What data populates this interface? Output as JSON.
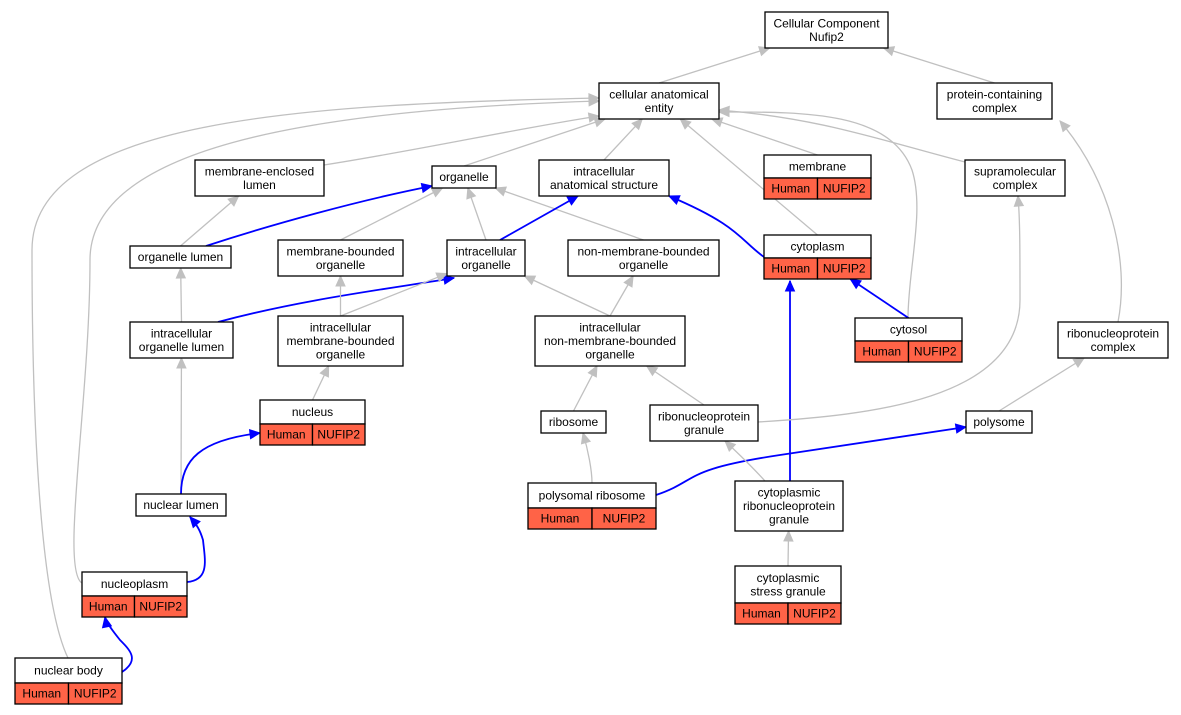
{
  "colors": {
    "annotation_fill": "#ff6347",
    "edge_default": "#c0c0c0",
    "edge_highlight": "#0000ff",
    "node_fill": "#ffffff",
    "border": "#000000"
  },
  "nodes": {
    "root": {
      "lines": [
        "Cellular Component",
        "Nufip2"
      ]
    },
    "cae": {
      "lines": [
        "cellular anatomical",
        "entity"
      ]
    },
    "pcc": {
      "lines": [
        "protein-containing",
        "complex"
      ]
    },
    "mel": {
      "lines": [
        "membrane-enclosed",
        "lumen"
      ]
    },
    "org": {
      "lines": [
        "organelle"
      ]
    },
    "ias": {
      "lines": [
        "intracellular",
        "anatomical structure"
      ]
    },
    "mem": {
      "lines": [
        "membrane"
      ],
      "annotation": [
        "Human",
        "NUFIP2"
      ]
    },
    "smc": {
      "lines": [
        "supramolecular",
        "complex"
      ]
    },
    "orl": {
      "lines": [
        "organelle lumen"
      ]
    },
    "mbo": {
      "lines": [
        "membrane-bounded",
        "organelle"
      ]
    },
    "io": {
      "lines": [
        "intracellular",
        "organelle"
      ]
    },
    "nmbo": {
      "lines": [
        "non-membrane-bounded",
        "organelle"
      ]
    },
    "cyto": {
      "lines": [
        "cytoplasm"
      ],
      "annotation": [
        "Human",
        "NUFIP2"
      ]
    },
    "iol": {
      "lines": [
        "intracellular",
        "organelle lumen"
      ]
    },
    "imbo": {
      "lines": [
        "intracellular",
        "membrane-bounded",
        "organelle"
      ]
    },
    "inmbo": {
      "lines": [
        "intracellular",
        "non-membrane-bounded",
        "organelle"
      ]
    },
    "cytosol": {
      "lines": [
        "cytosol"
      ],
      "annotation": [
        "Human",
        "NUFIP2"
      ]
    },
    "rnpc": {
      "lines": [
        "ribonucleoprotein",
        "complex"
      ]
    },
    "nuc": {
      "lines": [
        "nucleus"
      ],
      "annotation": [
        "Human",
        "NUFIP2"
      ]
    },
    "ribo": {
      "lines": [
        "ribosome"
      ]
    },
    "rnpg": {
      "lines": [
        "ribonucleoprotein",
        "granule"
      ]
    },
    "poly": {
      "lines": [
        "polysome"
      ]
    },
    "nl": {
      "lines": [
        "nuclear lumen"
      ]
    },
    "pribo": {
      "lines": [
        "polysomal ribosome"
      ],
      "annotation": [
        "Human",
        "NUFIP2"
      ]
    },
    "crnpg": {
      "lines": [
        "cytoplasmic",
        "ribonucleoprotein",
        "granule"
      ]
    },
    "np": {
      "lines": [
        "nucleoplasm"
      ],
      "annotation": [
        "Human",
        "NUFIP2"
      ]
    },
    "csg": {
      "lines": [
        "cytoplasmic",
        "stress granule"
      ],
      "annotation": [
        "Human",
        "NUFIP2"
      ]
    },
    "nb": {
      "lines": [
        "nuclear body"
      ],
      "annotation": [
        "Human",
        "NUFIP2"
      ]
    }
  },
  "edges": [
    {
      "from": "cae",
      "to": "root",
      "color": "gray"
    },
    {
      "from": "pcc",
      "to": "root",
      "color": "gray"
    },
    {
      "from": "mel",
      "to": "cae",
      "color": "gray"
    },
    {
      "from": "org",
      "to": "cae",
      "color": "gray"
    },
    {
      "from": "ias",
      "to": "cae",
      "color": "gray"
    },
    {
      "from": "mem",
      "to": "cae",
      "color": "gray"
    },
    {
      "from": "smc",
      "to": "cae",
      "color": "gray"
    },
    {
      "from": "cyto",
      "to": "cae",
      "color": "gray"
    },
    {
      "from": "cytosol",
      "to": "cae",
      "color": "gray"
    },
    {
      "from": "np",
      "to": "cae",
      "color": "gray"
    },
    {
      "from": "nb",
      "to": "cae",
      "color": "gray"
    },
    {
      "from": "orl",
      "to": "mel",
      "color": "gray"
    },
    {
      "from": "orl",
      "to": "org",
      "color": "blue"
    },
    {
      "from": "mbo",
      "to": "org",
      "color": "gray"
    },
    {
      "from": "io",
      "to": "org",
      "color": "gray"
    },
    {
      "from": "nmbo",
      "to": "org",
      "color": "gray"
    },
    {
      "from": "io",
      "to": "ias",
      "color": "blue"
    },
    {
      "from": "cyto",
      "to": "ias",
      "color": "blue"
    },
    {
      "from": "iol",
      "to": "orl",
      "color": "gray"
    },
    {
      "from": "iol",
      "to": "io",
      "color": "blue"
    },
    {
      "from": "imbo",
      "to": "mbo",
      "color": "gray"
    },
    {
      "from": "imbo",
      "to": "io",
      "color": "gray"
    },
    {
      "from": "inmbo",
      "to": "io",
      "color": "gray"
    },
    {
      "from": "inmbo",
      "to": "nmbo",
      "color": "gray"
    },
    {
      "from": "cytosol",
      "to": "cyto",
      "color": "blue"
    },
    {
      "from": "crnpg",
      "to": "cyto",
      "color": "blue"
    },
    {
      "from": "rnpc",
      "to": "pcc",
      "color": "gray"
    },
    {
      "from": "rnpg",
      "to": "smc",
      "color": "gray"
    },
    {
      "from": "nuc",
      "to": "imbo",
      "color": "gray"
    },
    {
      "from": "ribo",
      "to": "inmbo",
      "color": "gray"
    },
    {
      "from": "rnpg",
      "to": "inmbo",
      "color": "gray"
    },
    {
      "from": "poly",
      "to": "rnpc",
      "color": "gray"
    },
    {
      "from": "nl",
      "to": "iol",
      "color": "gray"
    },
    {
      "from": "nl",
      "to": "nuc",
      "color": "blue"
    },
    {
      "from": "pribo",
      "to": "ribo",
      "color": "gray"
    },
    {
      "from": "pribo",
      "to": "poly",
      "color": "blue"
    },
    {
      "from": "crnpg",
      "to": "rnpg",
      "color": "gray"
    },
    {
      "from": "np",
      "to": "nl",
      "color": "blue"
    },
    {
      "from": "csg",
      "to": "crnpg",
      "color": "gray"
    },
    {
      "from": "nb",
      "to": "np",
      "color": "blue"
    }
  ]
}
